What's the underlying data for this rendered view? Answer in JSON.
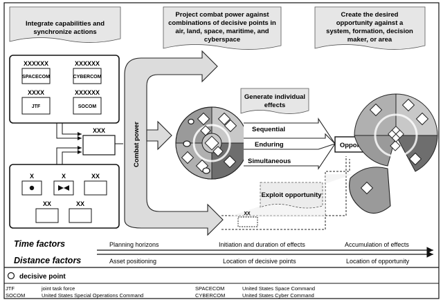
{
  "banners": {
    "left": [
      "Integrate capabilities and",
      "synchronize actions"
    ],
    "middle": [
      "Project combat power against",
      "combinations of decisive points in",
      "air, land, space, maritime, and",
      "cyberspace"
    ],
    "right": [
      "Create the desired",
      "opportunity against a",
      "system, formation, decision",
      "maker, or area"
    ]
  },
  "commands": {
    "spacecom": {
      "echelon": "XXXXXX",
      "name": "SPACECOM"
    },
    "cybercom": {
      "echelon": "XXXXXX",
      "name": "CYBERCOM"
    },
    "jtf": {
      "echelon": "XXXX",
      "name": "JTF"
    },
    "socom": {
      "echelon": "XXXXXX",
      "name": "SOCOM"
    },
    "joint_force": {
      "echelon": "XXX"
    }
  },
  "units": {
    "unit1": {
      "echelon": "X"
    },
    "unit2": {
      "echelon": "X"
    },
    "unit3": {
      "echelon": "XX"
    },
    "unit4": {
      "echelon": "XX"
    },
    "unit5": {
      "echelon": "XX"
    },
    "exploit_unit": {
      "echelon": "XX"
    }
  },
  "combat_power": "Combat power",
  "generate_effects": [
    "Generate individual",
    "effects"
  ],
  "effects": {
    "sequential": "Sequential",
    "enduring": "Enduring",
    "simultaneous": "Simultaneous"
  },
  "opportunity": "Opportunity",
  "exploit": "Exploit opportunity",
  "factors": {
    "time": {
      "label": "Time factors",
      "items": [
        "Planning horizons",
        "Initiation and duration of effects",
        "Accumulation of effects"
      ]
    },
    "distance": {
      "label": "Distance factors",
      "items": [
        "Asset positioning",
        "Location of decisive points",
        "Location of opportunity"
      ]
    }
  },
  "legend": {
    "decisive_point": "decisive point"
  },
  "acronyms": [
    {
      "abbr": "JTF",
      "meaning": "joint task force"
    },
    {
      "abbr": "SOCOM",
      "meaning": "United States Special Operations Command"
    },
    {
      "abbr": "SPACECOM",
      "meaning": "United States Space Command"
    },
    {
      "abbr": "CYBERCOM",
      "meaning": "United States Cyber Command"
    }
  ],
  "colors": {
    "banner_fill": "#e6e6e6",
    "arrow_fill": "#dcdcdc",
    "piece_light": "#c8c8c8",
    "piece_mid": "#9a9a9a",
    "piece_dark": "#6e6e6e",
    "stroke": "#222222"
  }
}
